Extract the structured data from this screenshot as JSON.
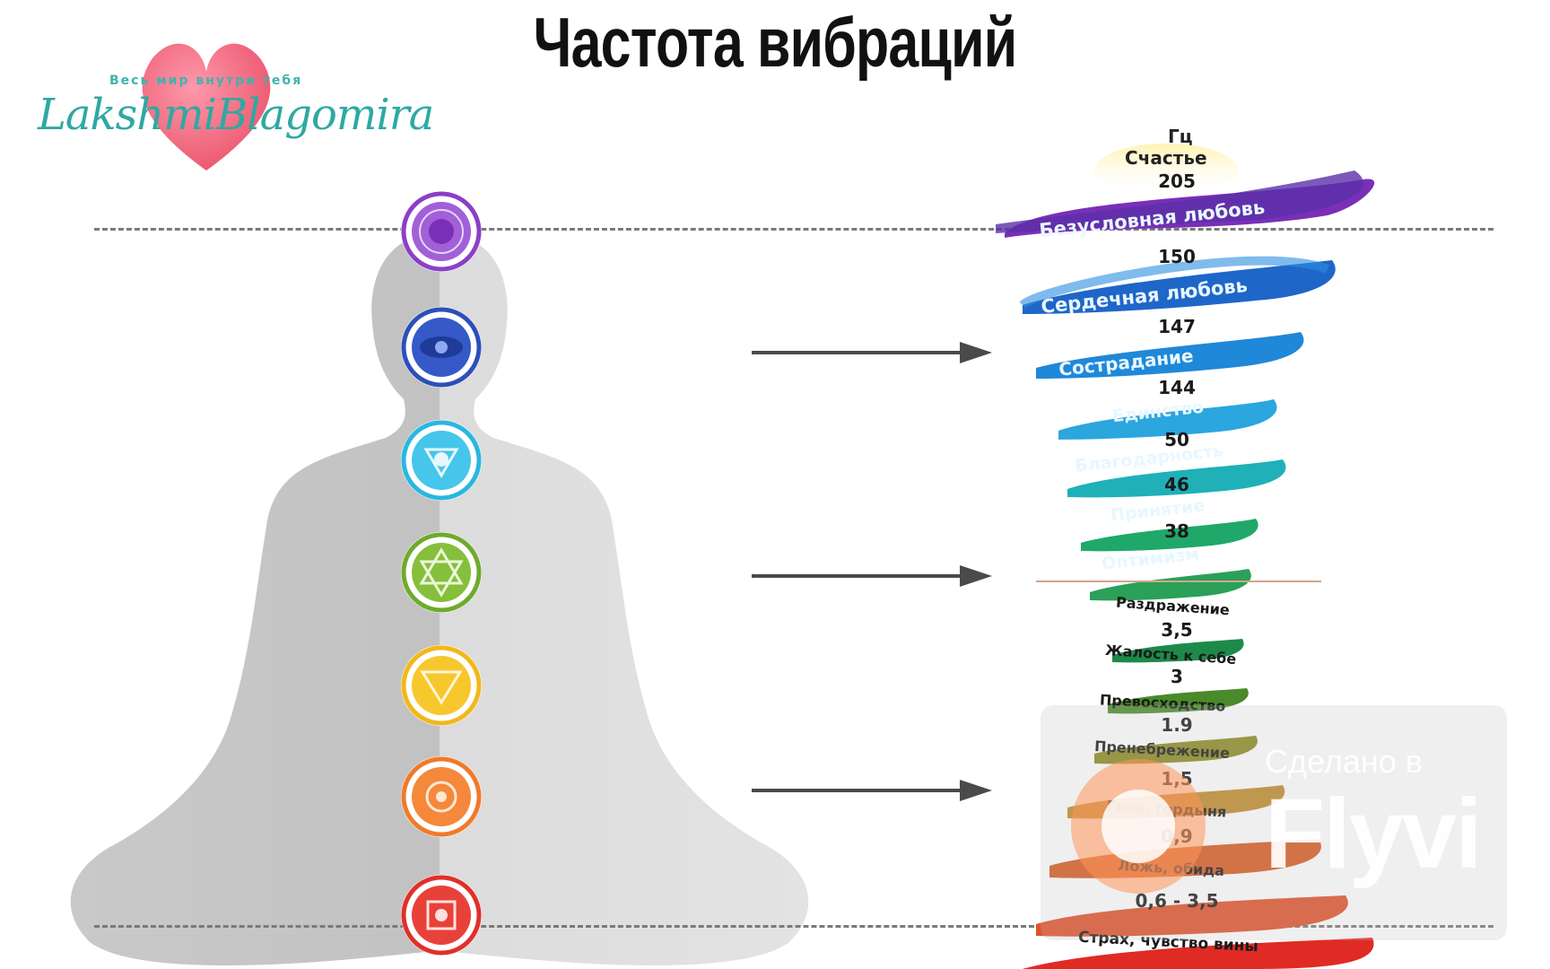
{
  "title": "Частота вибраций",
  "logo": {
    "tagline": "Весь мир внутри тебя",
    "name": "LakshmiBlagomira",
    "heart_color": "#f05a78",
    "text_color": "#2ea9a2"
  },
  "chakras": [
    {
      "name": "crown-chakra",
      "color": "#8b3fc7"
    },
    {
      "name": "third-eye-chakra",
      "color": "#2d4fb8"
    },
    {
      "name": "throat-chakra",
      "color": "#29b7e0"
    },
    {
      "name": "heart-chakra",
      "color": "#6faa2e"
    },
    {
      "name": "solar-plexus-chakra",
      "color": "#f2b81a"
    },
    {
      "name": "sacral-chakra",
      "color": "#f07a2a"
    },
    {
      "name": "root-chakra",
      "color": "#e0302a"
    }
  ],
  "scale": {
    "unit": "Гц",
    "top_label": "Счастье",
    "top_value": "205",
    "levels": [
      {
        "label": "Безусловная любовь",
        "value": "150"
      },
      {
        "label": "Сердечная любовь",
        "value": "147"
      },
      {
        "label": "Сострадание",
        "value": "144"
      },
      {
        "label": "Единство",
        "value": "50"
      },
      {
        "label": "Благодарность",
        "value": "46"
      },
      {
        "label": "Принятие",
        "value": "38"
      },
      {
        "label": "Оптимизм",
        "value": ""
      },
      {
        "label": "Раздражение",
        "value": "3,5"
      },
      {
        "label": "Жалость к себе",
        "value": "3"
      },
      {
        "label": "Превосходство",
        "value": "1.9"
      },
      {
        "label": "Пренебрежение",
        "value": "1,5"
      },
      {
        "label": "Гнев, гордыня",
        "value": "0,9"
      },
      {
        "label": "Ложь, обида",
        "value": "0,6 - 3,5"
      },
      {
        "label": "Страх, чувство вины",
        "value": ""
      }
    ]
  },
  "watermark": {
    "caption": "Сделано в",
    "brand": "Flyvi"
  }
}
